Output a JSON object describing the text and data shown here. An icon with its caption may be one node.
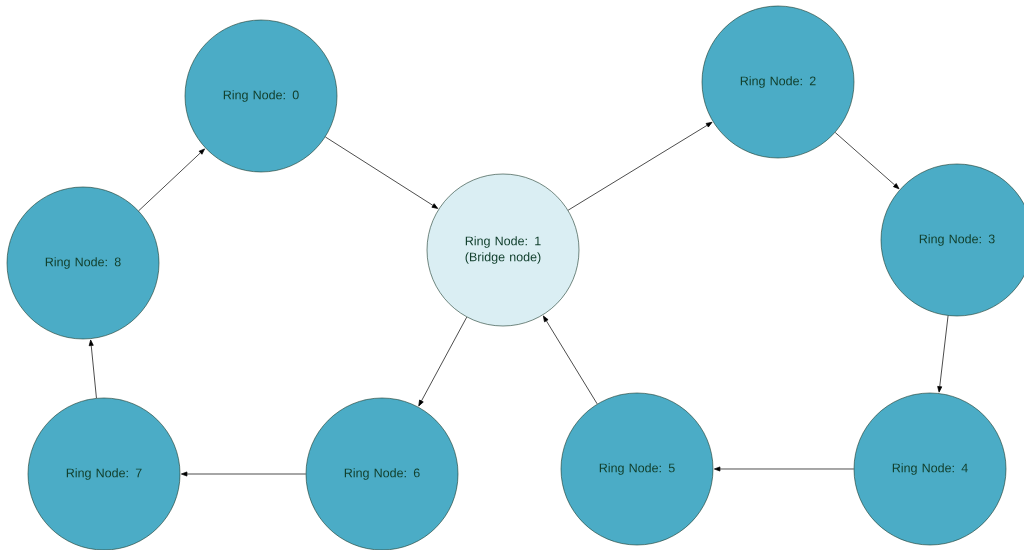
{
  "diagram": {
    "nodes": [
      {
        "text": [
          "Ring Node: 0"
        ]
      },
      {
        "text": [
          "Ring Node: 1 (Bridge node)"
        ]
      },
      {
        "text": [
          "Ring Node: 2"
        ]
      },
      {
        "text": [
          "Ring Node: 3"
        ]
      },
      {
        "text": [
          "Ring Node: 4"
        ]
      },
      {
        "text": [
          "Ring Node: 5"
        ]
      },
      {
        "text": [
          "Ring Node: 6"
        ]
      },
      {
        "text": [
          "Ring Node: 7"
        ]
      },
      {
        "text": [
          "Ring Node: 8"
        ]
      }
    ],
    "edges": [
      {
        "from": 0,
        "to": 1,
        "arrow": "to"
      },
      {
        "from": 1,
        "to": 2,
        "arrow": "to"
      },
      {
        "from": 2,
        "to": 3,
        "arrow": "to"
      },
      {
        "from": 3,
        "to": 4,
        "arrow": "to"
      },
      {
        "from": 4,
        "to": 5,
        "arrow": "to"
      },
      {
        "from": 5,
        "to": 1,
        "arrow": "to"
      },
      {
        "from": 1,
        "to": 6,
        "arrow": "to"
      },
      {
        "from": 6,
        "to": 7,
        "arrow": "to"
      },
      {
        "from": 7,
        "to": 8,
        "arrow": "to"
      },
      {
        "from": 8,
        "to": 0,
        "arrow": "to"
      }
    ]
  }
}
